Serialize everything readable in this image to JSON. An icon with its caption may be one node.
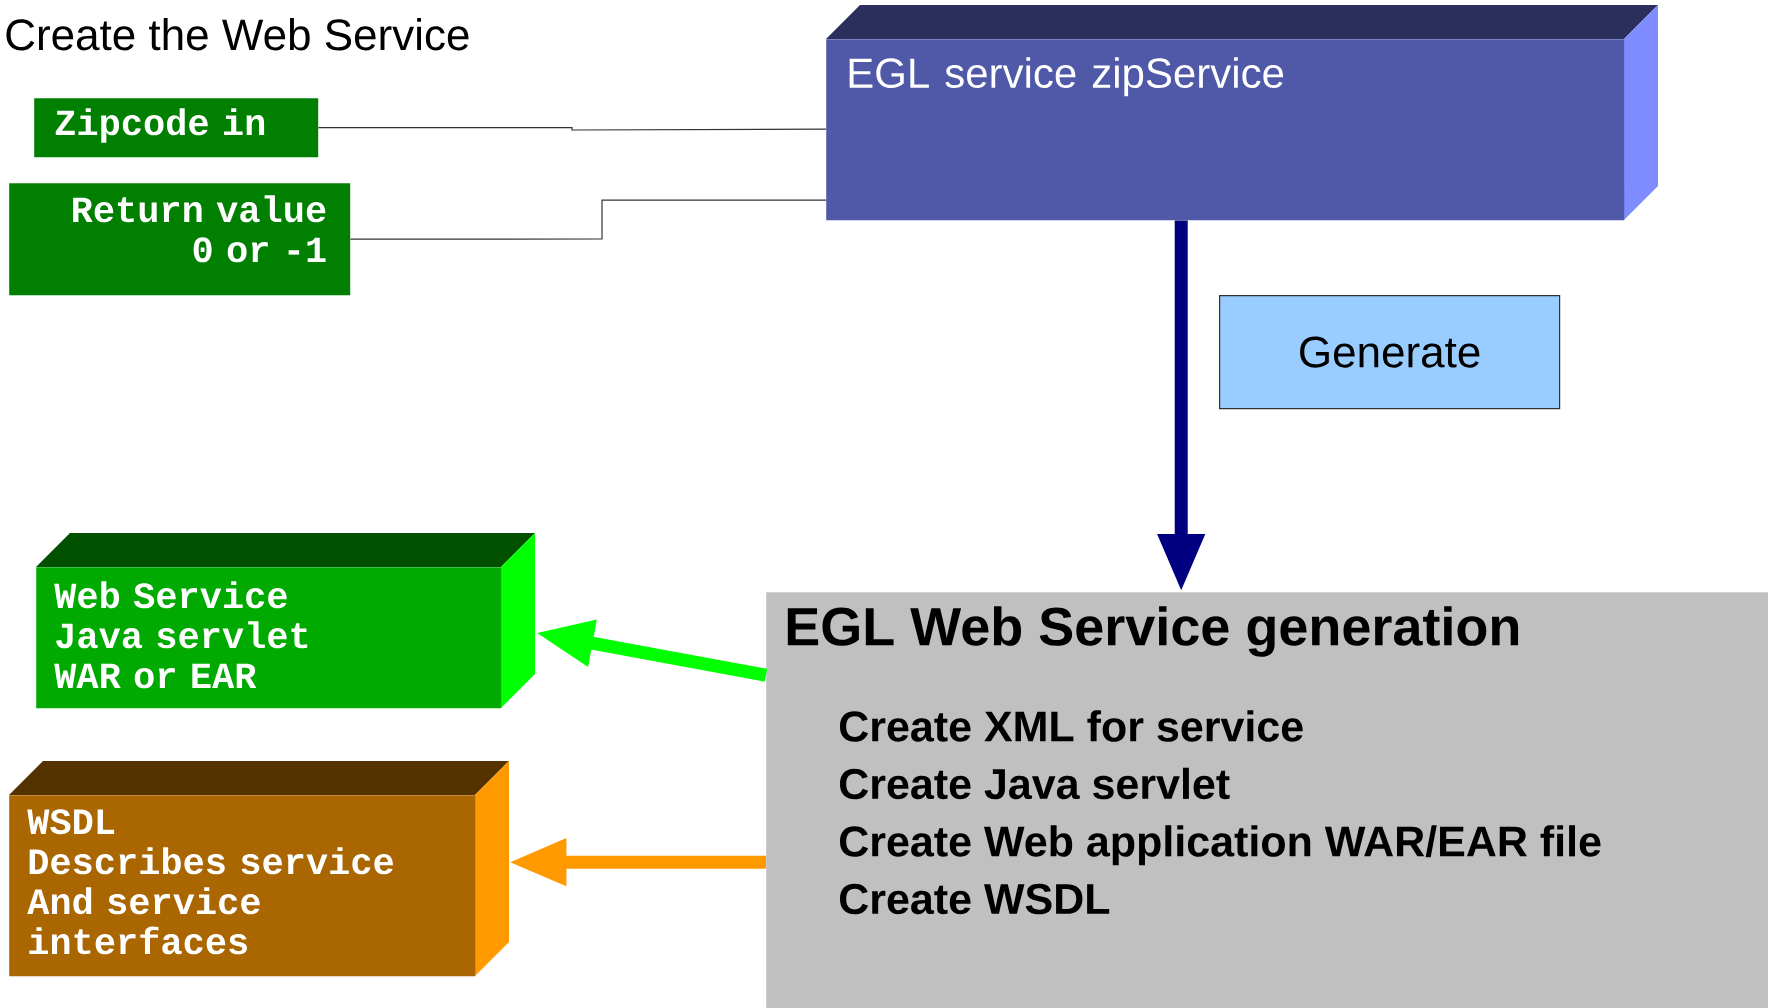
{
  "diagram": {
    "title": "Create the Web Service",
    "nodes": [
      {
        "text": [
          "Zipcode  in"
        ]
      },
      {
        "text": [
          "Return value 0 or -1"
        ]
      },
      {
        "text": [
          "EGL service zipService"
        ]
      },
      {
        "text": [
          "Generate"
        ]
      },
      {
        "text": [
          "EGL Web Service generation",
          "Create XML for service",
          "Create  Java servlet",
          "Create Web application WAR/EAR file",
          "Create WSDL"
        ]
      },
      {
        "text": [
          "Web Service",
          "Java servlet",
          "WAR or EAR"
        ]
      },
      {
        "text": [
          "WSDL",
          "Describes service",
          "And service interfaces"
        ]
      }
    ],
    "edges": [
      {
        "from": 0,
        "to": 2,
        "arrow": "none"
      },
      {
        "from": 1,
        "to": 2,
        "arrow": "none"
      },
      {
        "from": 2,
        "to": 4,
        "arrow": "to",
        "color": "#000080"
      },
      {
        "from": 4,
        "to": 5,
        "arrow": "to",
        "color": "#00ff00"
      },
      {
        "from": 4,
        "to": 6,
        "arrow": "to",
        "color": "#ff9900"
      }
    ]
  }
}
